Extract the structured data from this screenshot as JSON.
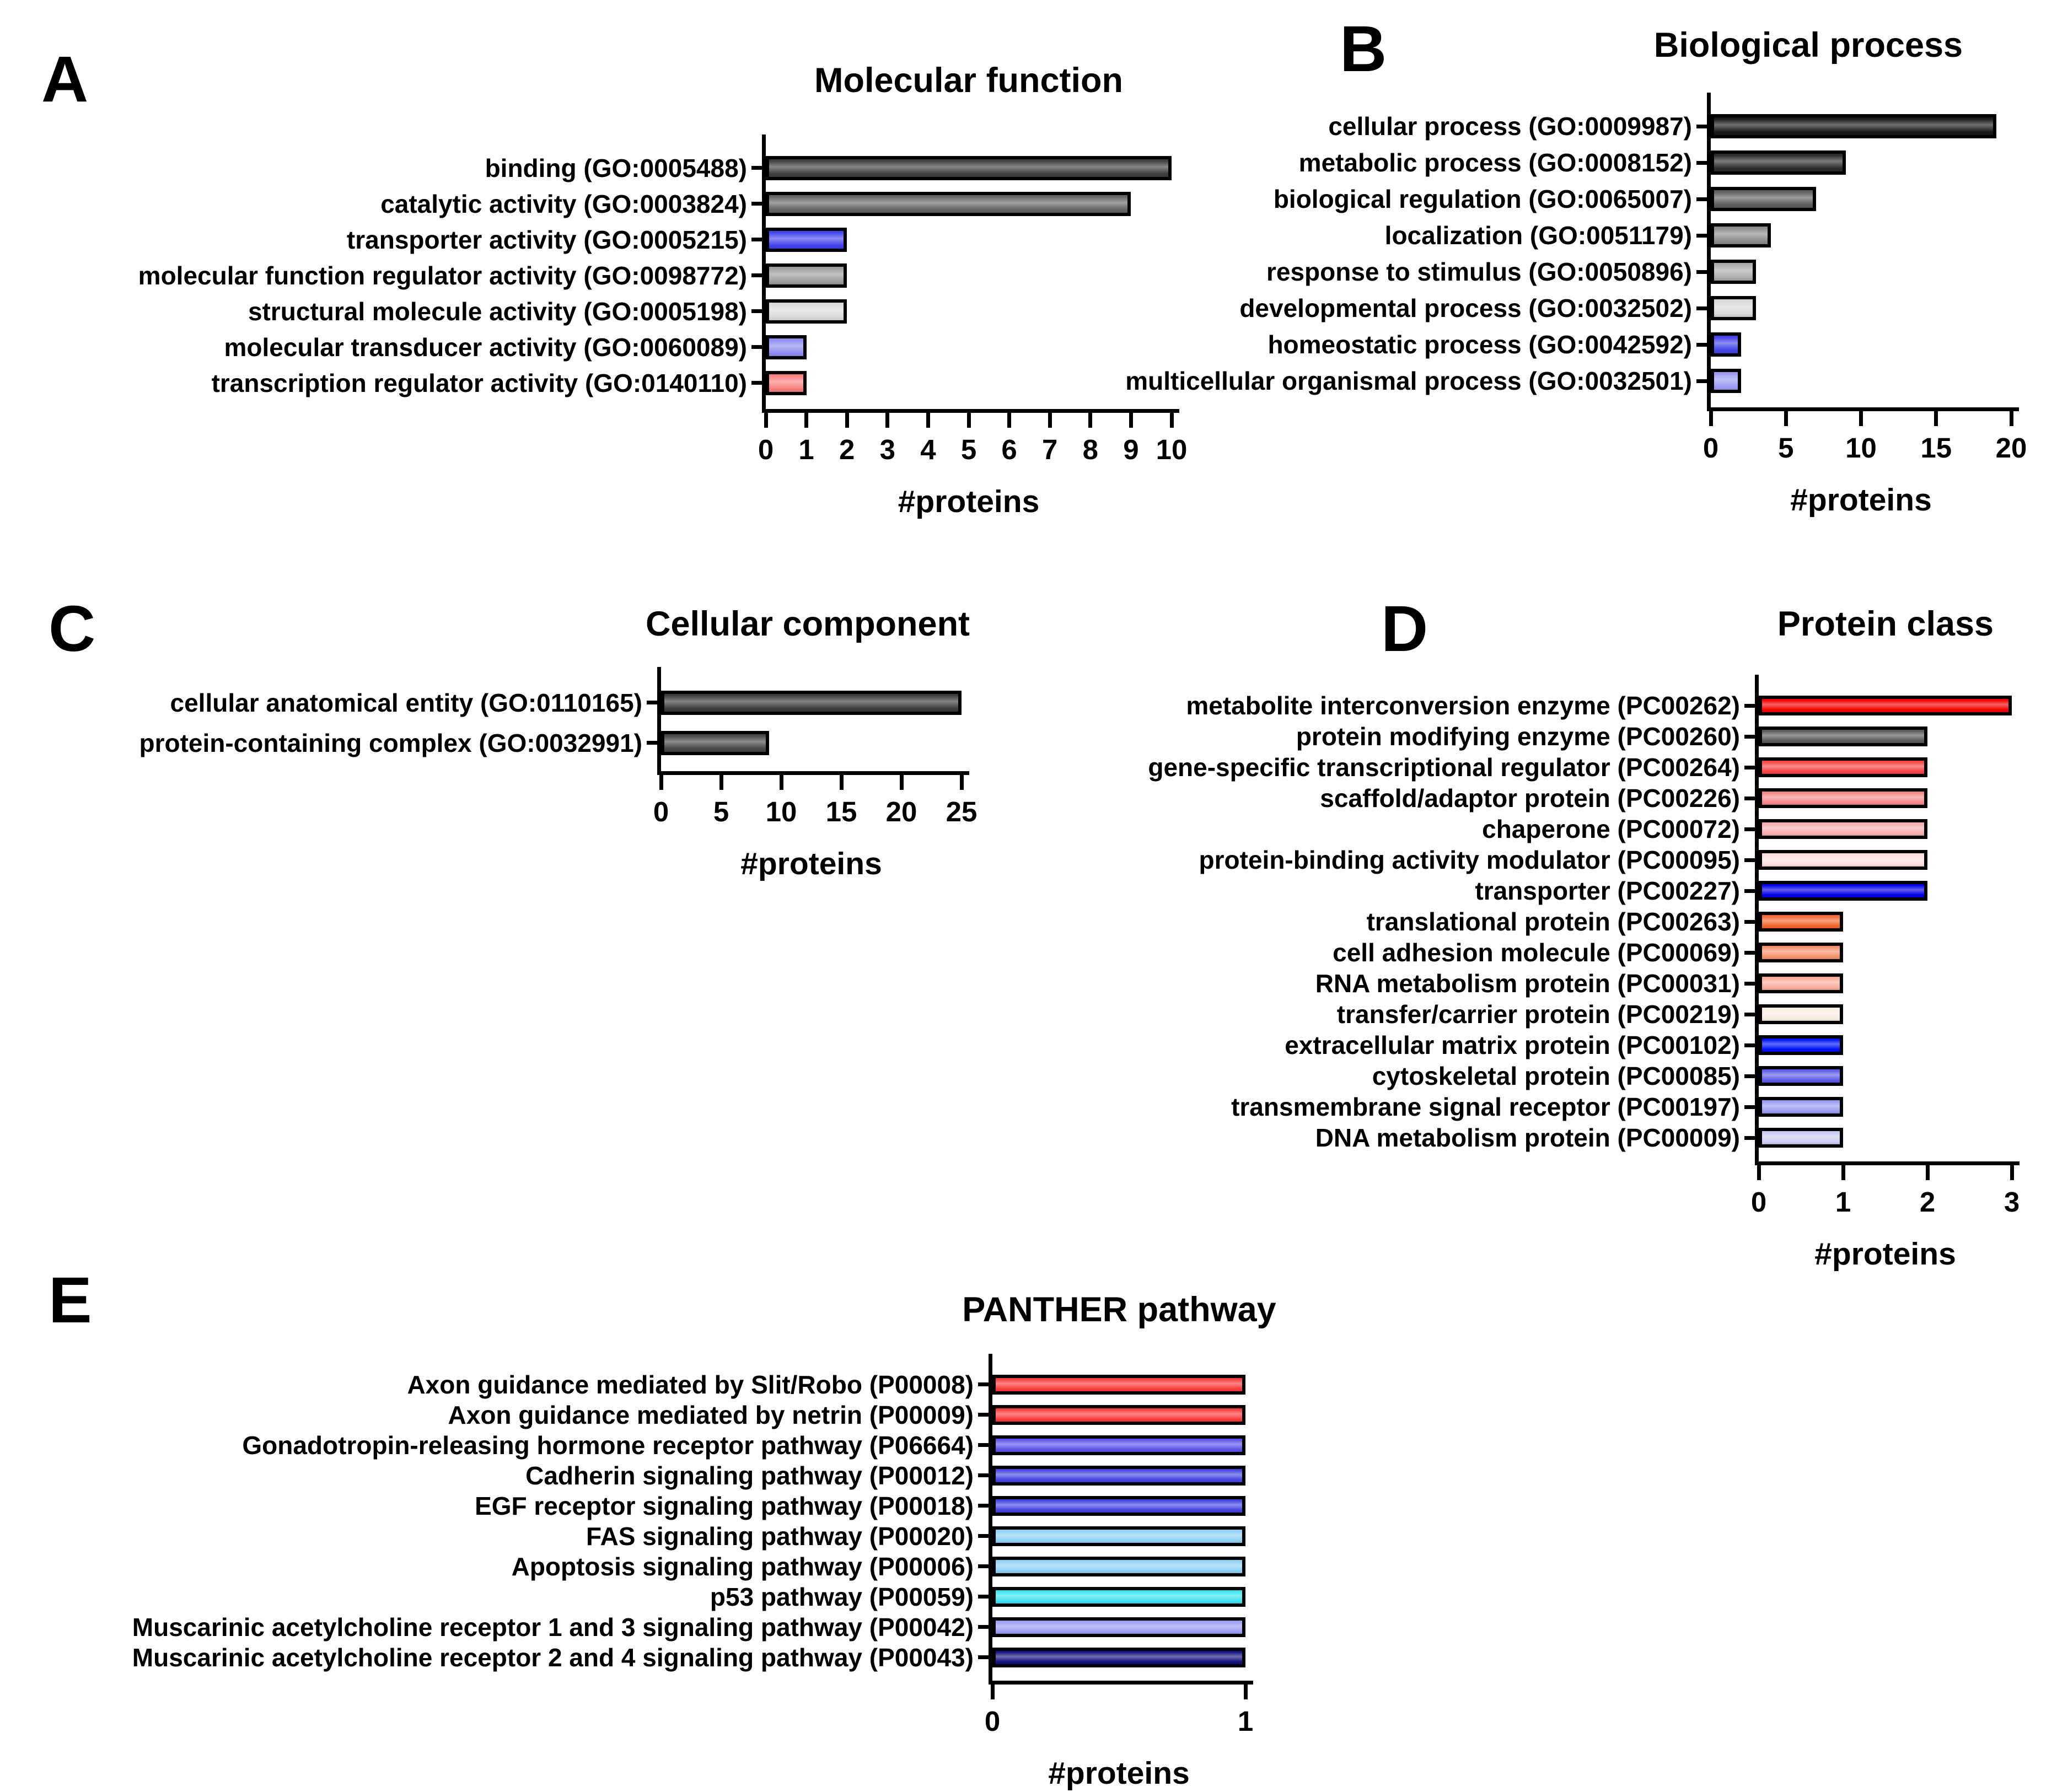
{
  "figure": {
    "background": "#ffffff",
    "axis_color": "#000000",
    "bar_border_color": "#000000",
    "text_color": "#000000"
  },
  "chart_data": [
    {
      "type": "bar",
      "orientation": "horizontal",
      "panel": "A",
      "title": "Molecular function",
      "xlabel": "#proteins",
      "xlim": [
        0,
        10
      ],
      "xticks": [
        0,
        1,
        2,
        3,
        4,
        5,
        6,
        7,
        8,
        9,
        10
      ],
      "grid": false,
      "categories": [
        "binding (GO:0005488)",
        "catalytic activity (GO:0003824)",
        "transporter activity (GO:0005215)",
        "molecular function regulator activity (GO:0098772)",
        "structural molecule activity (GO:0005198)",
        "molecular transducer activity (GO:0060089)",
        "transcription regulator activity (GO:0140110)"
      ],
      "values": [
        10,
        9,
        2,
        2,
        2,
        1,
        1
      ],
      "colors": [
        "#3f3f3f",
        "#646464",
        "#4444ec",
        "#9c9c9c",
        "#dadada",
        "#8d8df0",
        "#f97f7f"
      ]
    },
    {
      "type": "bar",
      "orientation": "horizontal",
      "panel": "B",
      "title": "Biological process",
      "xlabel": "#proteins",
      "xlim": [
        0,
        20
      ],
      "xticks": [
        0,
        5,
        10,
        15,
        20
      ],
      "grid": false,
      "categories": [
        "cellular process (GO:0009987)",
        "metabolic process (GO:0008152)",
        "biological regulation (GO:0065007)",
        "localization (GO:0051179)",
        "response to stimulus (GO:0050896)",
        "developmental process (GO:0032502)",
        "homeostatic process (GO:0042592)",
        "multicellular organismal process (GO:0032501)"
      ],
      "values": [
        19,
        9,
        7,
        4,
        3,
        3,
        2,
        2
      ],
      "colors": [
        "#191919",
        "#2d2d2d",
        "#5e5e5e",
        "#8b8b8b",
        "#acacac",
        "#d7d7d7",
        "#4444e8",
        "#9b9bf1"
      ]
    },
    {
      "type": "bar",
      "orientation": "horizontal",
      "panel": "C",
      "title": "Cellular component",
      "xlabel": "#proteins",
      "xlim": [
        0,
        25
      ],
      "xticks": [
        0,
        5,
        10,
        15,
        20,
        25
      ],
      "grid": false,
      "categories": [
        "cellular anatomical entity (GO:0110165)",
        "protein-containing complex (GO:0032991)"
      ],
      "values": [
        25,
        9
      ],
      "colors": [
        "#3c3c3c",
        "#474747"
      ]
    },
    {
      "type": "bar",
      "orientation": "horizontal",
      "panel": "D",
      "title": "Protein class",
      "xlabel": "#proteins",
      "xlim": [
        0,
        3
      ],
      "xticks": [
        0,
        1,
        2,
        3
      ],
      "grid": false,
      "categories": [
        "metabolite interconversion enzyme (PC00262)",
        "protein modifying enzyme (PC00260)",
        "gene-specific transcriptional regulator (PC00264)",
        "scaffold/adaptor protein (PC00226)",
        "chaperone (PC00072)",
        "protein-binding activity modulator (PC00095)",
        "transporter (PC00227)",
        "translational protein (PC00263)",
        "cell adhesion molecule (PC00069)",
        "RNA metabolism protein (PC00031)",
        "transfer/carrier protein (PC00219)",
        "extracellular matrix protein (PC00102)",
        "cytoskeletal protein (PC00085)",
        "transmembrane signal receptor (PC00197)",
        "DNA metabolism protein (PC00009)"
      ],
      "values": [
        3,
        2,
        2,
        2,
        2,
        2,
        2,
        1,
        1,
        1,
        1,
        1,
        1,
        1,
        1
      ],
      "colors": [
        "#f40000",
        "#5b5b5b",
        "#f54545",
        "#f48787",
        "#f7adad",
        "#fbdede",
        "#0000e5",
        "#f2672e",
        "#f4916a",
        "#f6ab99",
        "#f7ece2",
        "#0013f4",
        "#5d5de7",
        "#9a9af0",
        "#cbcbf3"
      ]
    },
    {
      "type": "bar",
      "orientation": "horizontal",
      "panel": "E",
      "title": "PANTHER pathway",
      "xlabel": "#proteins",
      "xlim": [
        0,
        1
      ],
      "xticks": [
        0,
        1
      ],
      "grid": false,
      "categories": [
        "Axon guidance mediated by Slit/Robo (P00008)",
        "Axon guidance mediated by netrin (P00009)",
        "Gonadotropin-releasing hormone receptor pathway (P06664)",
        "Cadherin signaling pathway (P00012)",
        "EGF receptor signaling pathway (P00018)",
        "FAS signaling pathway (P00020)",
        "Apoptosis signaling pathway (P00006)",
        "p53 pathway (P00059)",
        "Muscarinic acetylcholine receptor 1 and 3 signaling pathway (P00042)",
        "Muscarinic acetylcholine receptor 2 and 4 signaling pathway (P00043)"
      ],
      "values": [
        1,
        1,
        1,
        1,
        1,
        1,
        1,
        1,
        1,
        1
      ],
      "colors": [
        "#f93c3c",
        "#f93c3c",
        "#5953ea",
        "#4545e2",
        "#4545e2",
        "#8ed0f2",
        "#8ed0f2",
        "#3be2ee",
        "#9c9cf4",
        "#14147d"
      ]
    }
  ]
}
